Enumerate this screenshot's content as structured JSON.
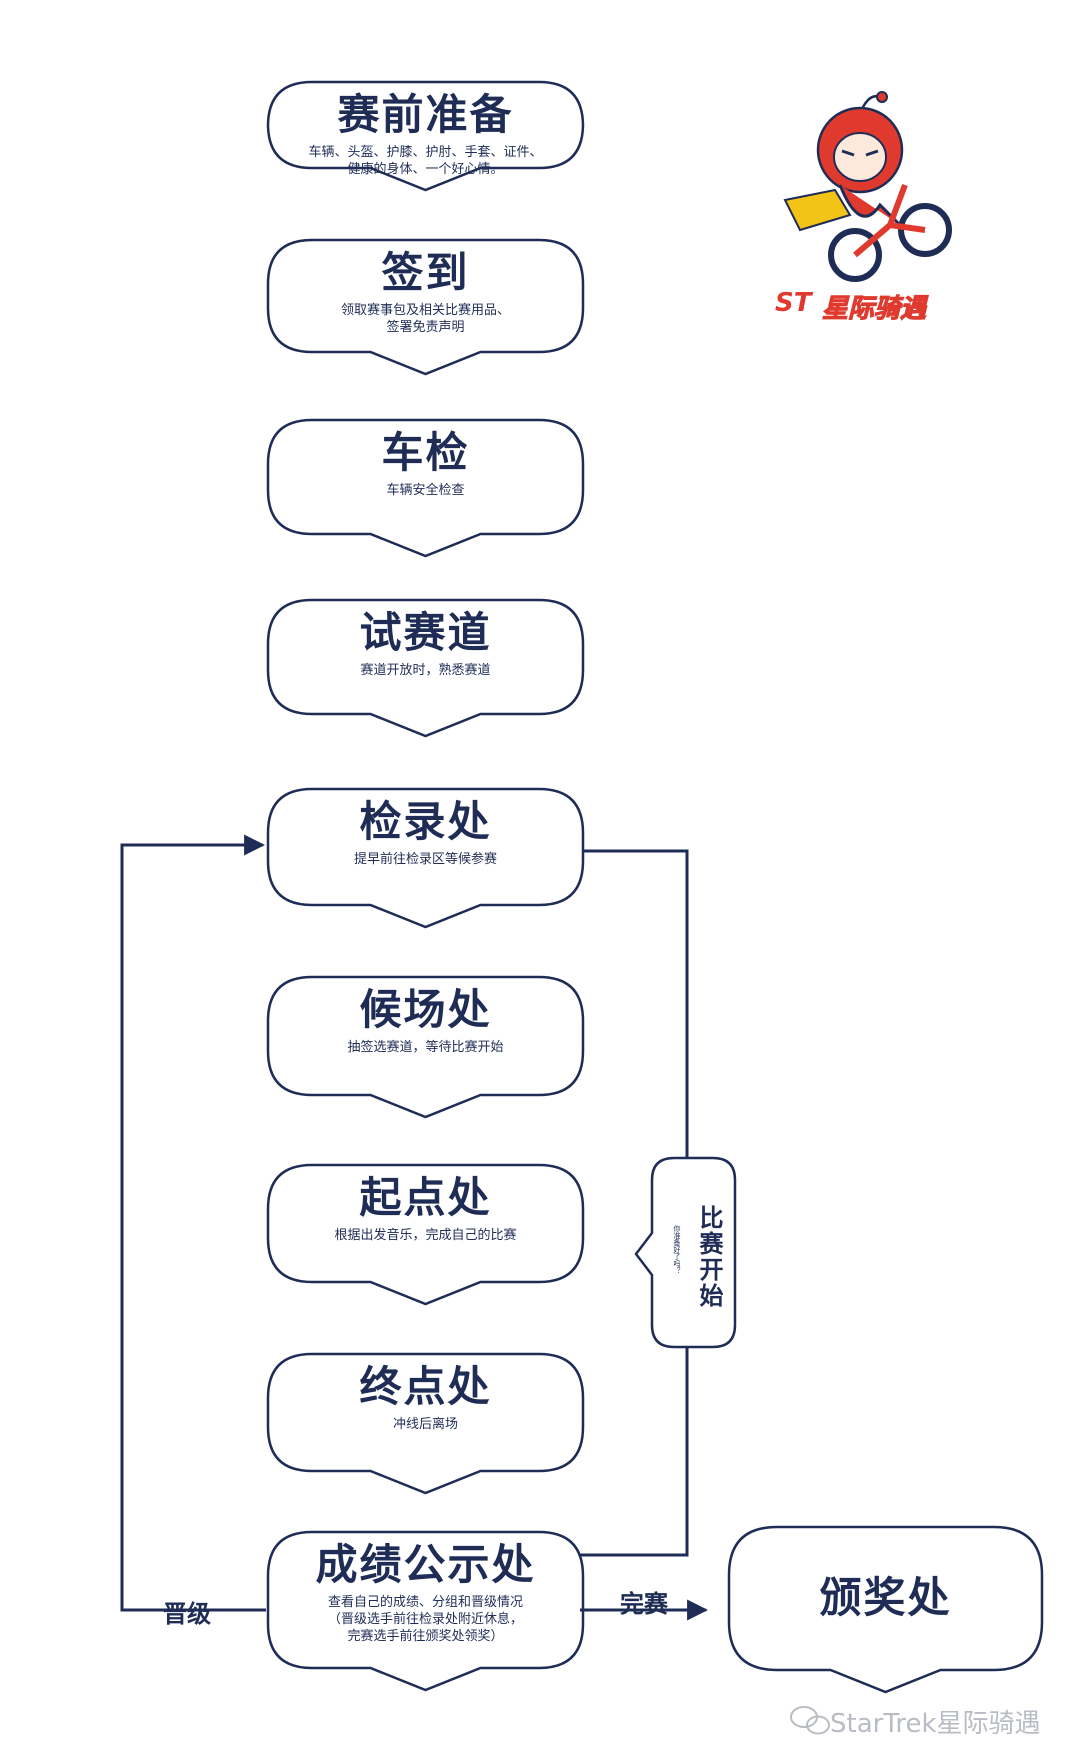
{
  "steps": [
    {
      "title": "赛前准备",
      "desc": "车辆、头盔、护膝、护肘、手套、证件、\n健康的身体、一个好心情。"
    },
    {
      "title": "签到",
      "desc": "领取赛事包及相关比赛用品、\n签署免责声明"
    },
    {
      "title": "车检",
      "desc": "车辆安全检查"
    },
    {
      "title": "试赛道",
      "desc": "赛道开放时，熟悉赛道"
    },
    {
      "title": "检录处",
      "desc": "提早前往检录区等候参赛"
    },
    {
      "title": "候场处",
      "desc": "抽签选赛道，等待比赛开始"
    },
    {
      "title": "起点处",
      "desc": "根据出发音乐，完成自己的比赛"
    },
    {
      "title": "终点处",
      "desc": "冲线后离场"
    },
    {
      "title": "成绩公示处",
      "desc": "查看自己的成绩、分组和晋级情况\n（晋级选手前往检录处附近休息，\n完赛选手前往颁奖处领奖）"
    }
  ],
  "award": {
    "title": "颁奖处"
  },
  "labels": {
    "promote": "晋级",
    "finish": "完赛",
    "race_start": "比赛开始",
    "race_start_sub": "你准备好了吗？"
  },
  "logo": {
    "st": "ST",
    "name": "星际骑遇",
    "icon": "mascot-cyclist-icon"
  },
  "watermark": {
    "icon": "wechat-icon",
    "text": "StarTrek星际骑遇"
  },
  "colors": {
    "primary": "#1f2d56",
    "logo_red": "#e03a2f",
    "logo_yellow": "#f3c316"
  }
}
